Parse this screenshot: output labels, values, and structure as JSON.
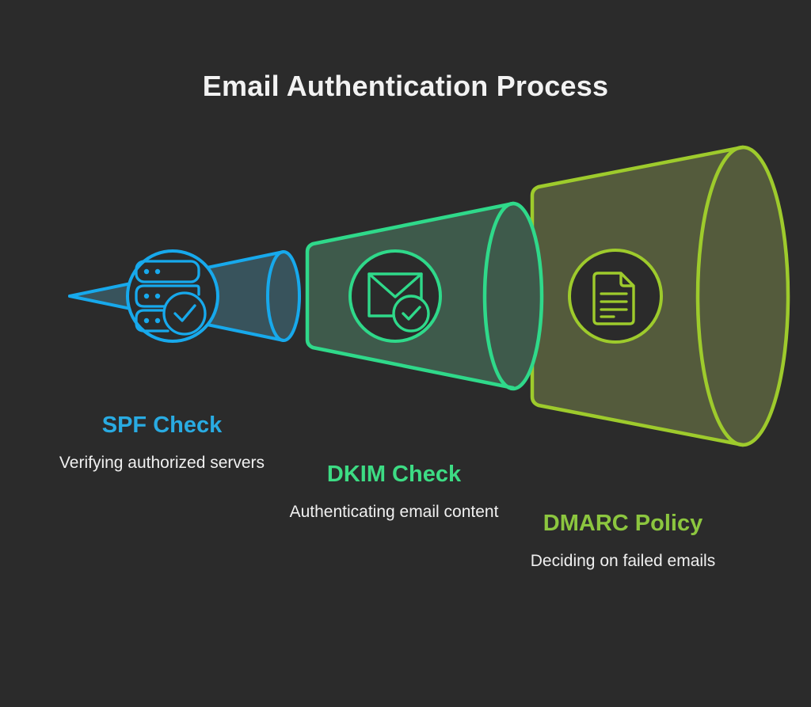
{
  "page": {
    "title": "Email Authentication Process",
    "background_color": "#2b2b2b",
    "title_color": "#f2f2f2"
  },
  "diagram": {
    "type": "funnel",
    "orientation": "left-to-right expanding cones",
    "stages": [
      {
        "id": "spf",
        "title": "SPF Check",
        "description": "Verifying authorized servers",
        "icon": "server-check-icon",
        "stroke_color": "#17a9ec",
        "fill_color": "#38535c",
        "title_color": "#29abe2"
      },
      {
        "id": "dkim",
        "title": "DKIM Check",
        "description": "Authenticating email content",
        "icon": "envelope-check-icon",
        "stroke_color": "#2fd98a",
        "fill_color": "#3e5a4b",
        "title_color": "#3ddc84"
      },
      {
        "id": "dmarc",
        "title": "DMARC Policy",
        "description": "Deciding on failed emails",
        "icon": "document-icon",
        "stroke_color": "#9ecb2c",
        "fill_color": "#545b3c",
        "title_color": "#8cc63f"
      }
    ]
  }
}
